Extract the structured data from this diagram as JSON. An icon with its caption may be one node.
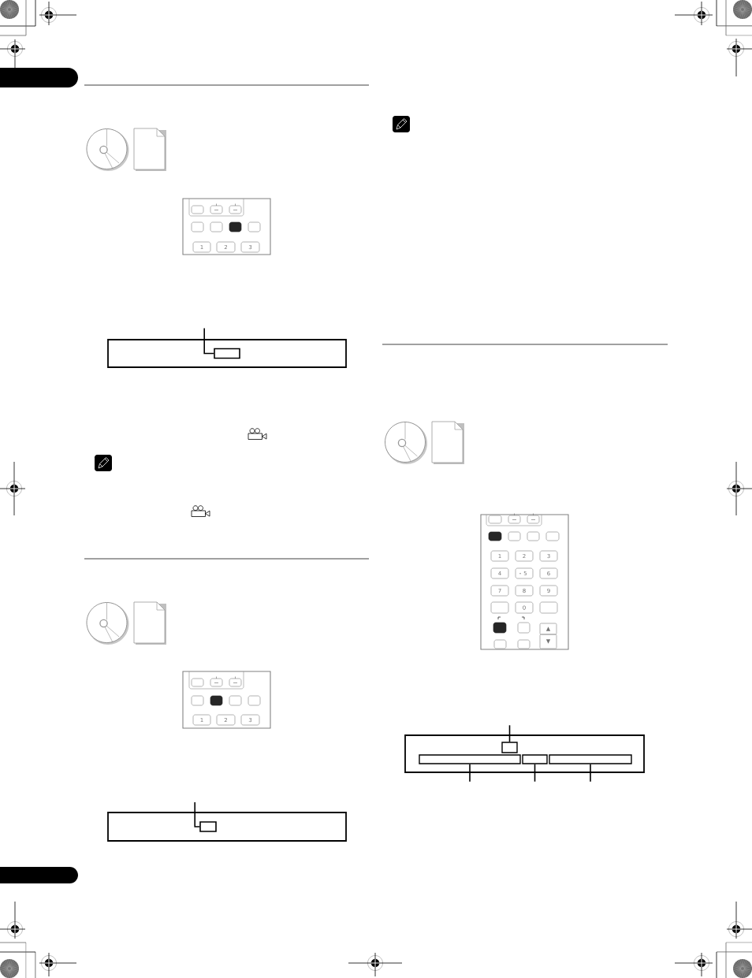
{
  "diagram": {
    "nodes": [
      {
        "text": [],
        "shape": "box"
      },
      {
        "text": [],
        "shape": "box",
        "in": 0
      },
      {
        "text": [],
        "shape": "box"
      },
      {
        "text": [],
        "shape": "box",
        "in": 2
      },
      {
        "text": [],
        "shape": "box"
      },
      {
        "text": [],
        "shape": "box",
        "in": 4
      },
      {
        "text": [],
        "shape": "box",
        "in": 4
      },
      {
        "text": [],
        "shape": "box",
        "in": 4
      },
      {
        "text": [],
        "shape": "box",
        "in": 4
      }
    ],
    "edges": [
      {
        "from": null,
        "to": 1,
        "arrow": "none"
      },
      {
        "from": null,
        "to": 3,
        "arrow": "none"
      },
      {
        "from": null,
        "to": 5,
        "arrow": "none"
      },
      {
        "from": null,
        "to": 6,
        "arrow": "none"
      },
      {
        "from": null,
        "to": 7,
        "arrow": "none"
      },
      {
        "from": null,
        "to": 8,
        "arrow": "none"
      }
    ],
    "labels": [
      "1",
      "2",
      "3",
      "1",
      "2",
      "3",
      "1",
      "2",
      "3",
      "4",
      "5",
      "6",
      "7",
      "8",
      "9",
      "0",
      "▲",
      "▼"
    ]
  }
}
